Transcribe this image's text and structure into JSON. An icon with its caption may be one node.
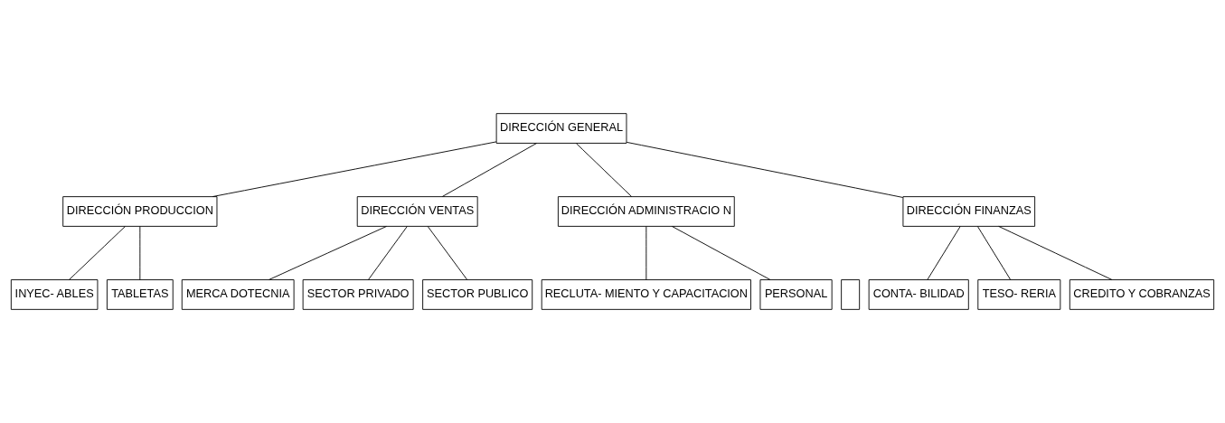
{
  "diagram": {
    "nodes": [
      {
        "text": [
          "DIRECCIÓN GENERAL"
        ]
      },
      {
        "text": [
          "DIRECCIÓN PRODUCCION"
        ]
      },
      {
        "text": [
          "DIRECCIÓN VENTAS"
        ]
      },
      {
        "text": [
          "DIRECCIÓN ADMINISTRACIO N"
        ]
      },
      {
        "text": [
          "DIRECCIÓN FINANZAS"
        ]
      },
      {
        "text": [
          "INYEC- ABLES"
        ]
      },
      {
        "text": [
          "TABLETAS"
        ]
      },
      {
        "text": [
          "MERCA DOTECNIA"
        ]
      },
      {
        "text": [
          "SECTOR PRIVADO"
        ]
      },
      {
        "text": [
          "SECTOR PUBLICO"
        ]
      },
      {
        "text": [
          "RECLUTA- MIENTO Y CAPACITACION"
        ]
      },
      {
        "text": [
          "PERSONAL"
        ]
      },
      {
        "text": [],
        "shape": "box"
      },
      {
        "text": [
          "CONTA- BILIDAD"
        ]
      },
      {
        "text": [
          "TESO- RERIA"
        ]
      },
      {
        "text": [
          "CREDITO Y COBRANZAS"
        ]
      }
    ],
    "edges": [
      {
        "from": 0,
        "to": 1,
        "arrow": "none"
      },
      {
        "from": 0,
        "to": 2,
        "arrow": "none"
      },
      {
        "from": 0,
        "to": 3,
        "arrow": "none"
      },
      {
        "from": 0,
        "to": 4,
        "arrow": "none"
      },
      {
        "from": 1,
        "to": 5,
        "arrow": "none"
      },
      {
        "from": 1,
        "to": 6,
        "arrow": "none"
      },
      {
        "from": 2,
        "to": 7,
        "arrow": "none"
      },
      {
        "from": 2,
        "to": 8,
        "arrow": "none"
      },
      {
        "from": 2,
        "to": 9,
        "arrow": "none"
      },
      {
        "from": 3,
        "to": 10,
        "arrow": "none"
      },
      {
        "from": 3,
        "to": 11,
        "arrow": "none"
      },
      {
        "from": 4,
        "to": 13,
        "arrow": "none"
      },
      {
        "from": 4,
        "to": 14,
        "arrow": "none"
      },
      {
        "from": 4,
        "to": 15,
        "arrow": "none"
      }
    ]
  }
}
